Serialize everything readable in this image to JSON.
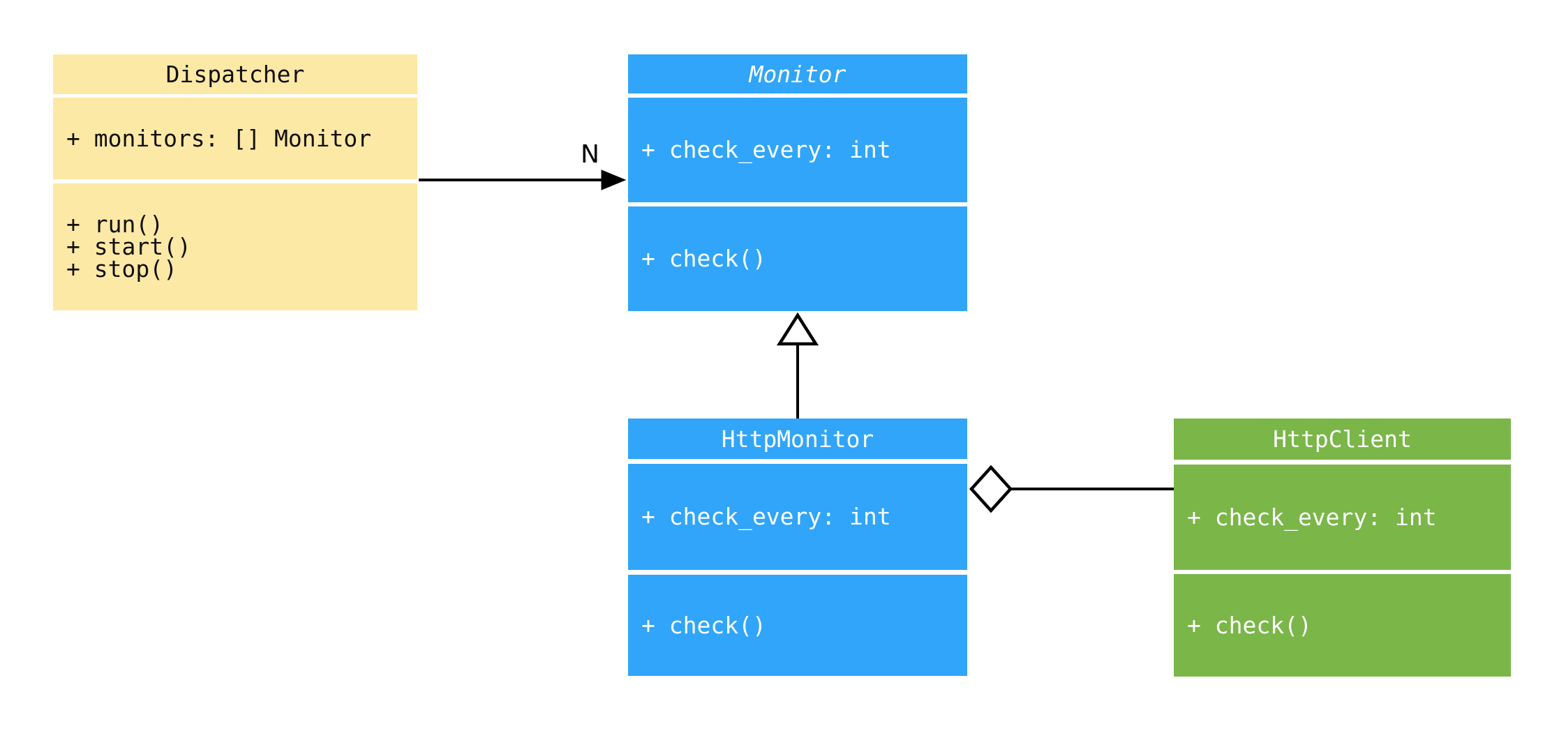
{
  "diagram": {
    "type": "uml-class-diagram",
    "background_color": "#ffffff",
    "line_color": "#000000",
    "classes": [
      {
        "name": "Dispatcher",
        "abstract": false,
        "fill": "#fde9a6",
        "text_color": "#111111",
        "attributes": [
          "+ monitors: [] Monitor"
        ],
        "methods": [
          "+ run()",
          "+ start()",
          "+ stop()"
        ]
      },
      {
        "name": "Monitor",
        "abstract": true,
        "fill": "#30a5f9",
        "text_color": "#ffffff",
        "attributes": [
          "+ check_every: int"
        ],
        "methods": [
          "+ check()"
        ]
      },
      {
        "name": "HttpMonitor",
        "abstract": false,
        "fill": "#30a5f9",
        "text_color": "#ffffff",
        "attributes": [
          "+ check_every: int"
        ],
        "methods": [
          "+ check()"
        ]
      },
      {
        "name": "HttpClient",
        "abstract": false,
        "fill": "#7ab648",
        "text_color": "#ffffff",
        "attributes": [
          "+ check_every: int"
        ],
        "methods": [
          "+ check()"
        ]
      }
    ],
    "relationships": [
      {
        "type": "association",
        "from": "Dispatcher",
        "to": "Monitor",
        "label": "N",
        "arrow": "filled-arrowhead"
      },
      {
        "type": "inheritance",
        "from": "HttpMonitor",
        "to": "Monitor",
        "arrow": "hollow-triangle"
      },
      {
        "type": "aggregation",
        "from": "HttpMonitor",
        "to": "HttpClient",
        "arrow": "hollow-diamond"
      }
    ]
  }
}
